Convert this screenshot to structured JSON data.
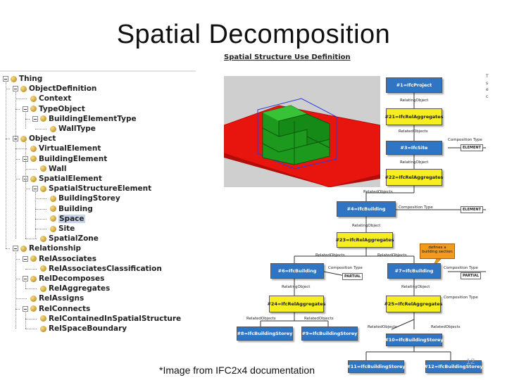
{
  "slide": {
    "title": "Spatial Decomposition",
    "caption": "*Image from IFC2x4 documentation",
    "page_number": "12"
  },
  "tree": {
    "items": [
      {
        "label": "Thing"
      },
      {
        "label": "ObjectDefinition"
      },
      {
        "label": "Context"
      },
      {
        "label": "TypeObject"
      },
      {
        "label": "BuildingElementType"
      },
      {
        "label": "WallType"
      },
      {
        "label": "Object"
      },
      {
        "label": "VirtualElement"
      },
      {
        "label": "BuildingElement"
      },
      {
        "label": "Wall"
      },
      {
        "label": "SpatialElement"
      },
      {
        "label": "SpatialStructureElement"
      },
      {
        "label": "BuildingStorey"
      },
      {
        "label": "Building"
      },
      {
        "label": "Space",
        "selected": true
      },
      {
        "label": "Site"
      },
      {
        "label": "SpatialZone"
      },
      {
        "label": "Relationship"
      },
      {
        "label": "RelAssociates"
      },
      {
        "label": "RelAssociatesClassification"
      },
      {
        "label": "RelDecomposes"
      },
      {
        "label": "RelAggregates"
      },
      {
        "label": "RelAssigns"
      },
      {
        "label": "RelConnects"
      },
      {
        "label": "RelContainedInSpatialStructure"
      },
      {
        "label": "RelSpaceBoundary"
      }
    ]
  },
  "diagram": {
    "header": "Spatial Structure Use Definition",
    "nodes": {
      "project": "#1=IfcProject",
      "agg1": "#21=IfcRelAggregates",
      "site": "#3=IfcSite",
      "agg2": "#22=IfcRelAggregates",
      "building4": "#4=IfcBuilding",
      "agg3": "#23=IfcRelAggregates",
      "building6": "#6=IfcBuilding",
      "building7": "#7=IfcBuilding",
      "agg4": "#24=IfcRelAggregates",
      "agg5": "#25=IfcRelAggregates",
      "storey8": "#8=IfcBuildingStorey",
      "storey9": "#9=IfcBuildingStorey",
      "storey10": "#10=IfcBuildingStorey",
      "storey11": "#11=IfcBuildingStorey",
      "storey12": "#12=IfcBuildingStorey"
    },
    "labels": {
      "relating_object": "RelatingObject",
      "related_objects": "RelatedObjects",
      "composition_type": "Composition Type",
      "element": "ELEMENT",
      "partial": "PARTIAL"
    },
    "callout": "defines a building section",
    "colors": {
      "blue_node": "#2f75c4",
      "yellow_node": "#f6ee20",
      "callout": "#f39a1e",
      "terrain": "#e8150f",
      "building": "#1d9a1d"
    }
  }
}
